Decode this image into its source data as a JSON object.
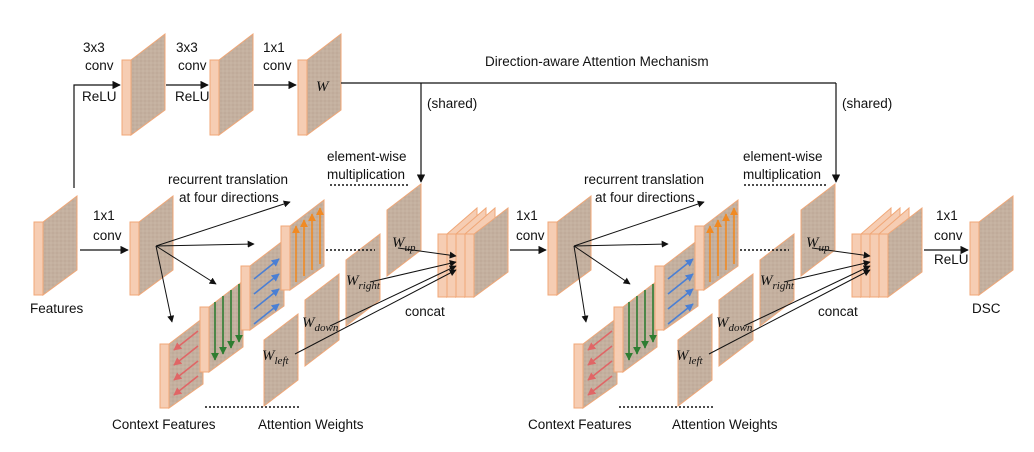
{
  "title": "Direction-aware Attention Mechanism",
  "conv_labels": {
    "c3a_1": "3x3",
    "c3a_2": "conv",
    "c3a_3": "ReLU",
    "c3b_1": "3x3",
    "c3b_2": "conv",
    "c3b_3": "ReLU",
    "c1w_1": "1x1",
    "c1w_2": "conv",
    "c1a_1": "1x1",
    "c1a_2": "conv",
    "c1b_1": "1x1",
    "c1b_2": "conv",
    "c1c_1": "1x1",
    "c1c_2": "conv",
    "c1c_3": "ReLU"
  },
  "w_symbol": "W",
  "shared": "(shared)",
  "element_wise_1": "element-wise",
  "element_wise_2": "multiplication",
  "recurrent_1": "recurrent translation",
  "recurrent_2": "at four directions",
  "features": "Features",
  "context_features": "Context Features",
  "attention_weights": "Attention Weights",
  "concat": "concat",
  "dsc": "DSC",
  "weights": {
    "w": "W",
    "up": "up",
    "right": "right",
    "down": "down",
    "left": "left"
  },
  "colors": {
    "block_face": "#c8b4a4",
    "block_side": "#f6cdb3",
    "block_edge": "#f0a777",
    "arrow_red": "#e06666",
    "arrow_green": "#2e7d32",
    "arrow_blue": "#4a7fd4",
    "arrow_orange": "#f08a24"
  }
}
